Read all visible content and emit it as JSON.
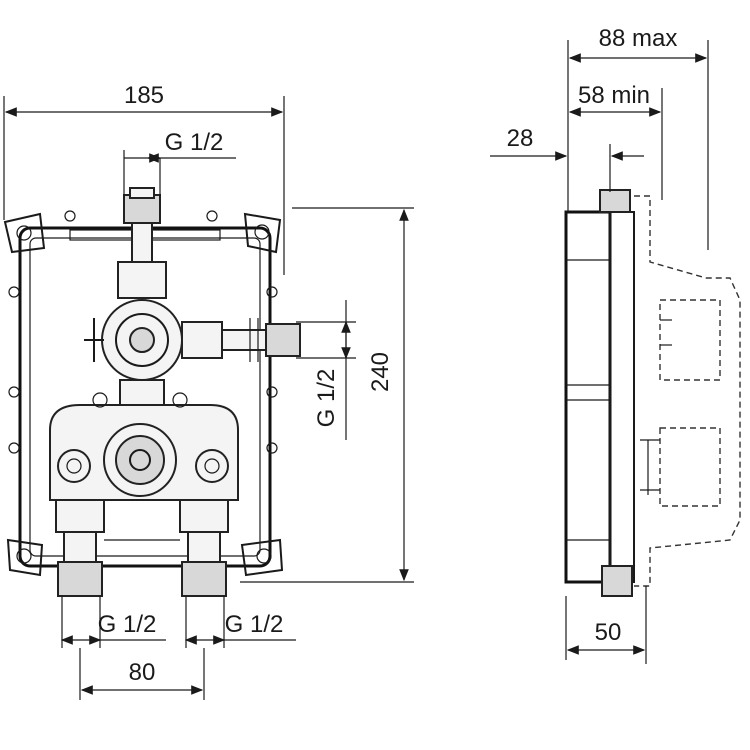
{
  "front_view": {
    "width_label": "185",
    "top_thread_label": "G 1/2",
    "side_thread_label": "G 1/2",
    "height_label": "240",
    "bottom_left_thread_label": "G 1/2",
    "bottom_right_thread_label": "G 1/2",
    "spacing_label": "80"
  },
  "side_view": {
    "max_depth_label": "88 max",
    "min_depth_label": "58 min",
    "wall_label": "28",
    "body_depth_label": "50"
  }
}
